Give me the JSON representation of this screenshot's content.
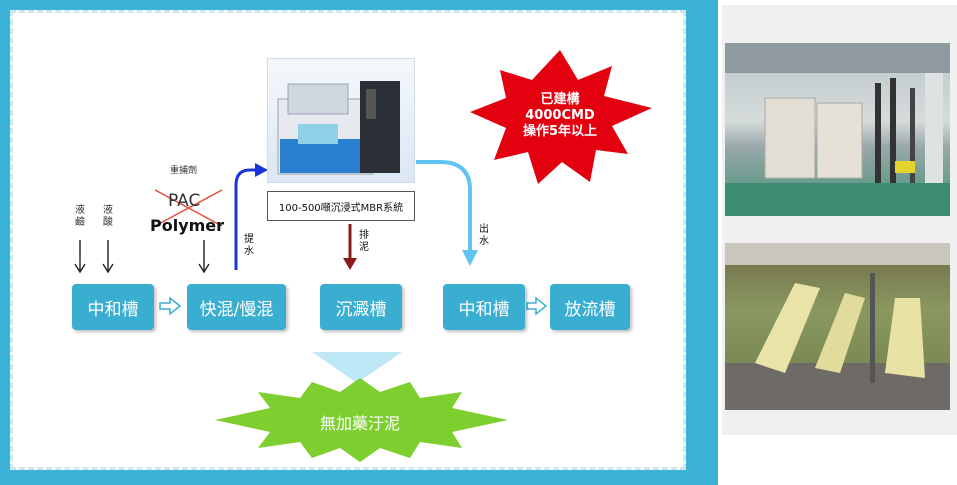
{
  "units": {
    "neutral_tank_1": "中和槽",
    "rapid_slow_mix": "快混/慢混",
    "sedimentation": "沉澱槽",
    "neutral_tank_2": "中和槽",
    "discharge_tank": "放流槽"
  },
  "chemicals": {
    "acid_label": "液鹼",
    "base_label": "液酸",
    "flocculant_label": "重捕劑",
    "pac_label": "PAC",
    "polymer_label": "Polymer"
  },
  "flows": {
    "lift_label": "提水",
    "sludge_label": "排泥",
    "outflow_label": "出水"
  },
  "mbr": {
    "caption": "100-500噸沉浸式MBR系統"
  },
  "starburst": {
    "line1": "已建構",
    "line2": "4000CMD",
    "line3": "操作5年以上"
  },
  "result": {
    "label": "無加藥汙泥"
  },
  "colors": {
    "box": "#3aaed0",
    "frame": "#3ab3d6",
    "star_red": "#e3000f",
    "star_green": "#7ccf2e",
    "arrow_blue": "#1a35d8",
    "arrow_light": "#5fc4f2",
    "arrow_sludge": "#8b1a1a"
  }
}
